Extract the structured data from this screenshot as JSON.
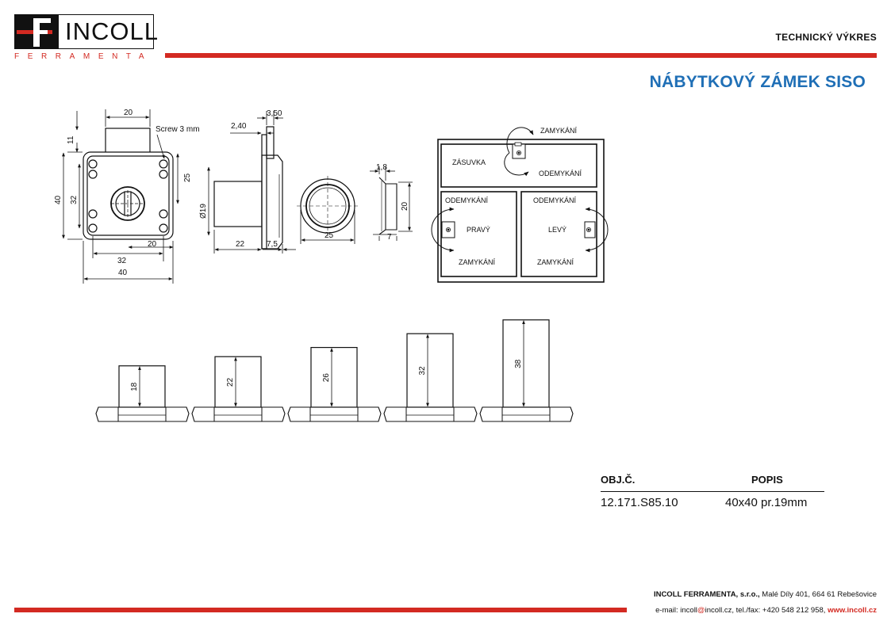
{
  "brand": {
    "name": "INCOLL",
    "letter": "F",
    "subtitle": "FERRAMENTA",
    "color": "#d32a22"
  },
  "header": {
    "doc_type": "TECHNICKÝ VÝKRES",
    "product_title": "NÁBYTKOVÝ ZÁMEK SISO",
    "title_color": "#1f6fb6"
  },
  "front_view": {
    "dims": [
      "20",
      "11",
      "40",
      "32",
      "25",
      "32",
      "20",
      "40"
    ],
    "note": "Screw 3 mm"
  },
  "side_view": {
    "dims": [
      "3,50",
      "2,40",
      "Ø19",
      "22",
      "7,5"
    ]
  },
  "cylinder_view": {
    "dims": [
      "25"
    ]
  },
  "plate_view": {
    "dims": [
      "1,8",
      "20",
      "7"
    ]
  },
  "mounting": {
    "top": {
      "label": "ZÁSUVKA",
      "lock": "ZAMYKÁNÍ",
      "unlock": "ODEMYKÁNÍ"
    },
    "left": {
      "label": "PRAVÝ",
      "unlock": "ODEMYKÁNÍ",
      "lock": "ZAMYKÁNÍ"
    },
    "right": {
      "label": "LEVÝ",
      "unlock": "ODEMYKÁNÍ",
      "lock": "ZAMYKÁNÍ"
    }
  },
  "variants": [
    {
      "length": 18
    },
    {
      "length": 22
    },
    {
      "length": 26
    },
    {
      "length": 32
    },
    {
      "length": 38
    }
  ],
  "table": {
    "headers": {
      "code": "OBJ.Č.",
      "description": "POPIS"
    },
    "rows": [
      {
        "code": "12.171.S85.10",
        "description": "40x40 pr.19mm"
      }
    ]
  },
  "footer": {
    "company": "INCOLL FERRAMENTA, s.r.o.,",
    "address": " Malé Díly 401, 664 61 Rebešovice",
    "contact_prefix": "e-mail: incoll",
    "contact_at": "@",
    "contact_rest": "incoll.cz, tel./fax: +420 548 212 958, ",
    "website": "www.incoll.cz"
  }
}
